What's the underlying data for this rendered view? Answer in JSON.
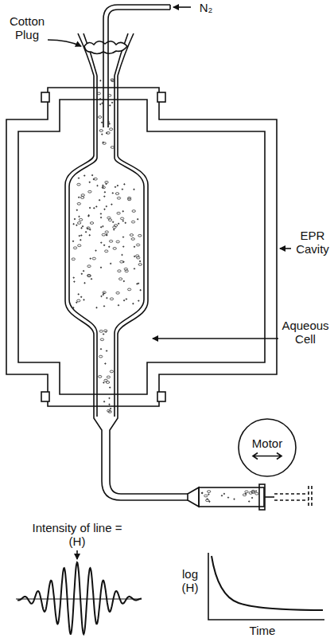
{
  "diagram": {
    "nodes": [
      {
        "text": [
          "Motor"
        ]
      }
    ],
    "labels": [
      "Cotton Plug",
      "N₂",
      "EPR Cavity",
      "Aqueous Cell",
      "Intensity of line = (H)",
      "log (H)",
      "Time"
    ]
  }
}
